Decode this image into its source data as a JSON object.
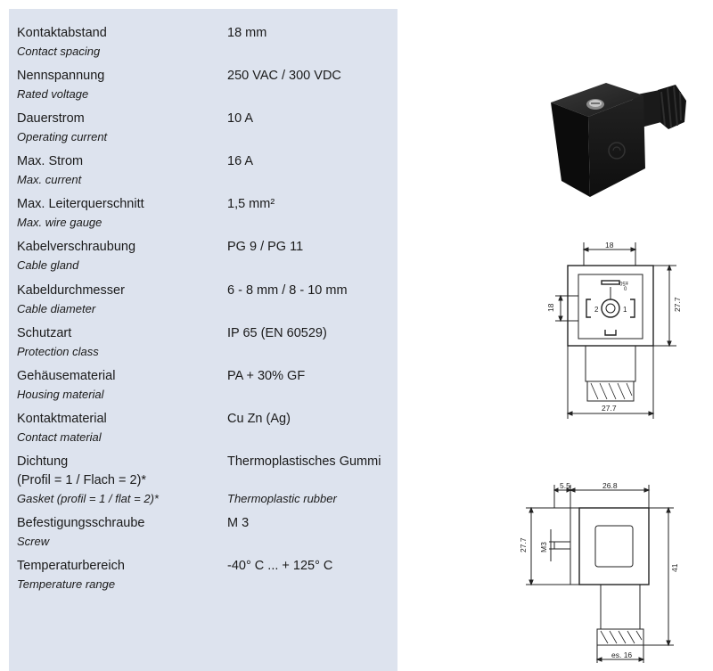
{
  "specs": [
    {
      "de": "Kontaktabstand",
      "en": "Contact spacing",
      "value": "18 mm"
    },
    {
      "de": "Nennspannung",
      "en": "Rated voltage",
      "value": "250 VAC / 300 VDC"
    },
    {
      "de": "Dauerstrom",
      "en": "Operating current",
      "value": "10 A"
    },
    {
      "de": "Max. Strom",
      "en": "Max. current",
      "value": "16 A"
    },
    {
      "de": "Max. Leiterquerschnitt",
      "en": "Max. wire gauge",
      "value": "1,5 mm²"
    },
    {
      "de": "Kabelverschraubung",
      "en": "Cable gland",
      "value": "PG 9 / PG 11"
    },
    {
      "de": "Kabeldurchmesser",
      "en": "Cable diameter",
      "value": "6 - 8 mm / 8 - 10 mm"
    },
    {
      "de": "Schutzart",
      "en": "Protection class",
      "value": "IP 65 (EN 60529)"
    },
    {
      "de": "Gehäusematerial",
      "en": "Housing material",
      "value": "PA + 30% GF"
    },
    {
      "de": "Kontaktmaterial",
      "en": "Contact material",
      "value": "Cu Zn (Ag)"
    },
    {
      "de": "Dichtung",
      "de2": "(Profil = 1 / Flach = 2)*",
      "en": "Gasket (profil = 1 / flat = 2)*",
      "value": "Thermoplastisches Gummi",
      "value_en": "Thermoplastic rubber"
    },
    {
      "de": "Befestigungsschraube",
      "en": "Screw",
      "value": "M 3"
    },
    {
      "de": "Temperaturbereich",
      "en": "Temperature range",
      "value": "-40° C  ...  + 125° C"
    }
  ],
  "front_view": {
    "dim_width_top": "18",
    "dim_left": "18",
    "dim_right": "27.7",
    "dim_width_bottom": "27.7",
    "label_pin_top": "±50",
    "label_pin_num": "0",
    "label_pin_left": "2",
    "label_pin_right": "1"
  },
  "side_view": {
    "dim_top_a": "5.5",
    "dim_top_b": "26.8",
    "dim_left": "27.7",
    "dim_screw": "M3",
    "dim_right": "41",
    "dim_bottom": "es. 16"
  }
}
